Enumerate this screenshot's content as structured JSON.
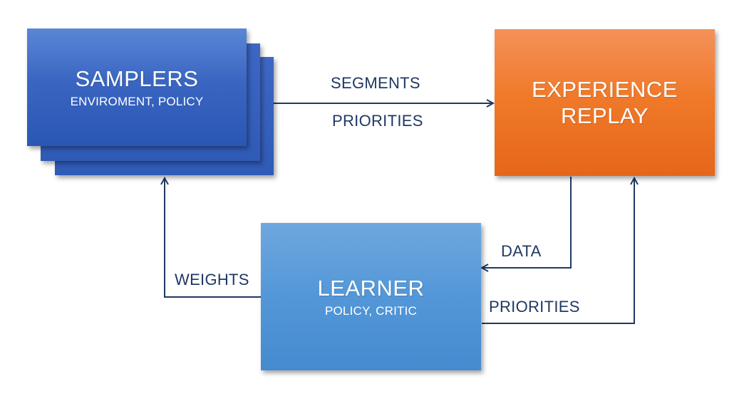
{
  "nodes": {
    "samplers": {
      "title": "SAMPLERS",
      "subtitle": "ENVIROMENT, POLICY"
    },
    "experience_replay": {
      "title_line1": "EXPERIENCE",
      "title_line2": "REPLAY"
    },
    "learner": {
      "title": "LEARNER",
      "subtitle": "POLICY, CRITIC"
    }
  },
  "edges": {
    "samplers_to_replay_top": "SEGMENTS",
    "samplers_to_replay_bottom": "PRIORITIES",
    "replay_to_learner": "DATA",
    "learner_to_replay": "PRIORITIES",
    "learner_to_samplers": "WEIGHTS"
  },
  "colors": {
    "line": "#1f3864",
    "samplers": "#3a66c2",
    "experience_replay": "#f07a2a",
    "learner": "#5397d8"
  }
}
